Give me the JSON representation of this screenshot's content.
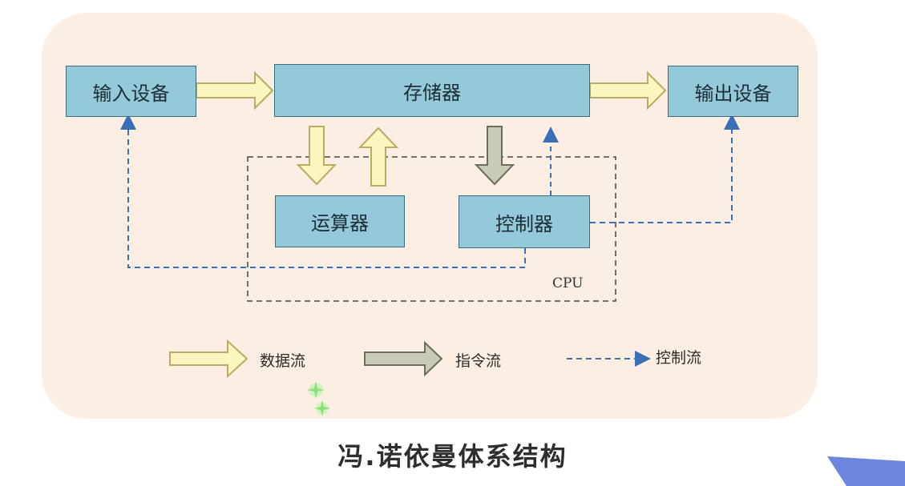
{
  "diagram": {
    "nodes": {
      "input": "输入设备",
      "memory": "存储器",
      "output": "输出设备",
      "alu": "运算器",
      "control": "控制器"
    },
    "cpu_label": "CPU",
    "legend": {
      "data_flow": "数据流",
      "instruction_flow": "指令流",
      "control_flow": "控制流"
    }
  },
  "title": "冯.诺依曼体系结构",
  "colors": {
    "panel": "#fdeee3",
    "box_fill": "#93c9d9",
    "box_border": "#3c6a7e",
    "data_arrow_fill": "#fdf5bf",
    "data_arrow_stroke": "#b6ac62",
    "instruction_arrow_fill": "#c9cbb6",
    "instruction_arrow_stroke": "#6b6e5b",
    "control_line": "#3b6fb5",
    "corner_shape": "#6d86dd"
  }
}
